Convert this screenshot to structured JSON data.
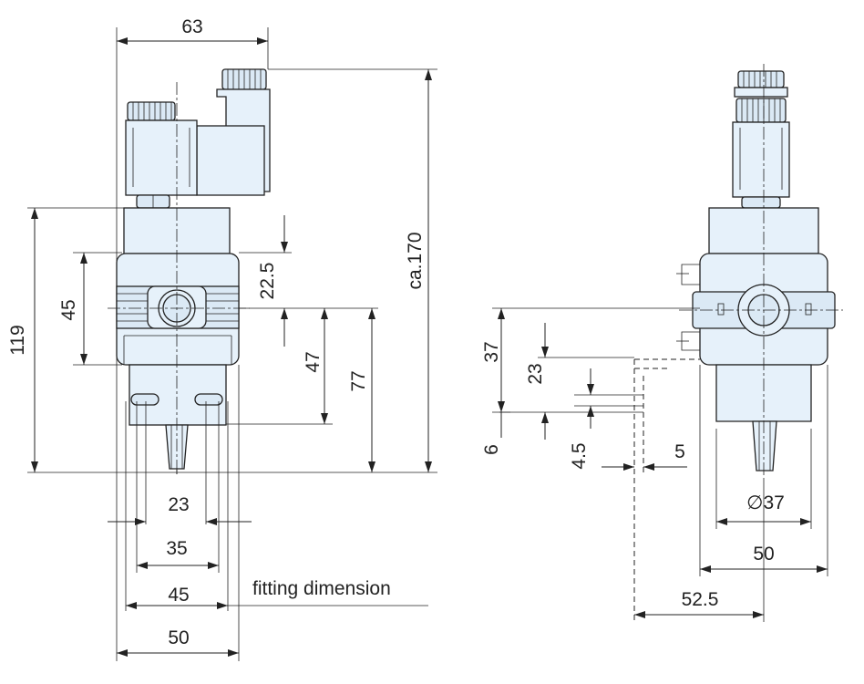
{
  "front_view": {
    "dim_width_63": "63",
    "dim_height_119": "119",
    "dim_height_45": "45",
    "dim_22_5": "22.5",
    "dim_47": "47",
    "dim_77": "77",
    "dim_ca170": "ca.170",
    "dim_23": "23",
    "dim_35": "35",
    "dim_45_bottom": "45",
    "dim_50": "50",
    "fitting_label": "fitting dimension"
  },
  "side_view": {
    "dim_37": "37",
    "dim_23": "23",
    "dim_6": "6",
    "dim_4_5": "4.5",
    "dim_5": "5",
    "dim_diam37": "∅37",
    "dim_50": "50",
    "dim_52_5": "52.5"
  }
}
